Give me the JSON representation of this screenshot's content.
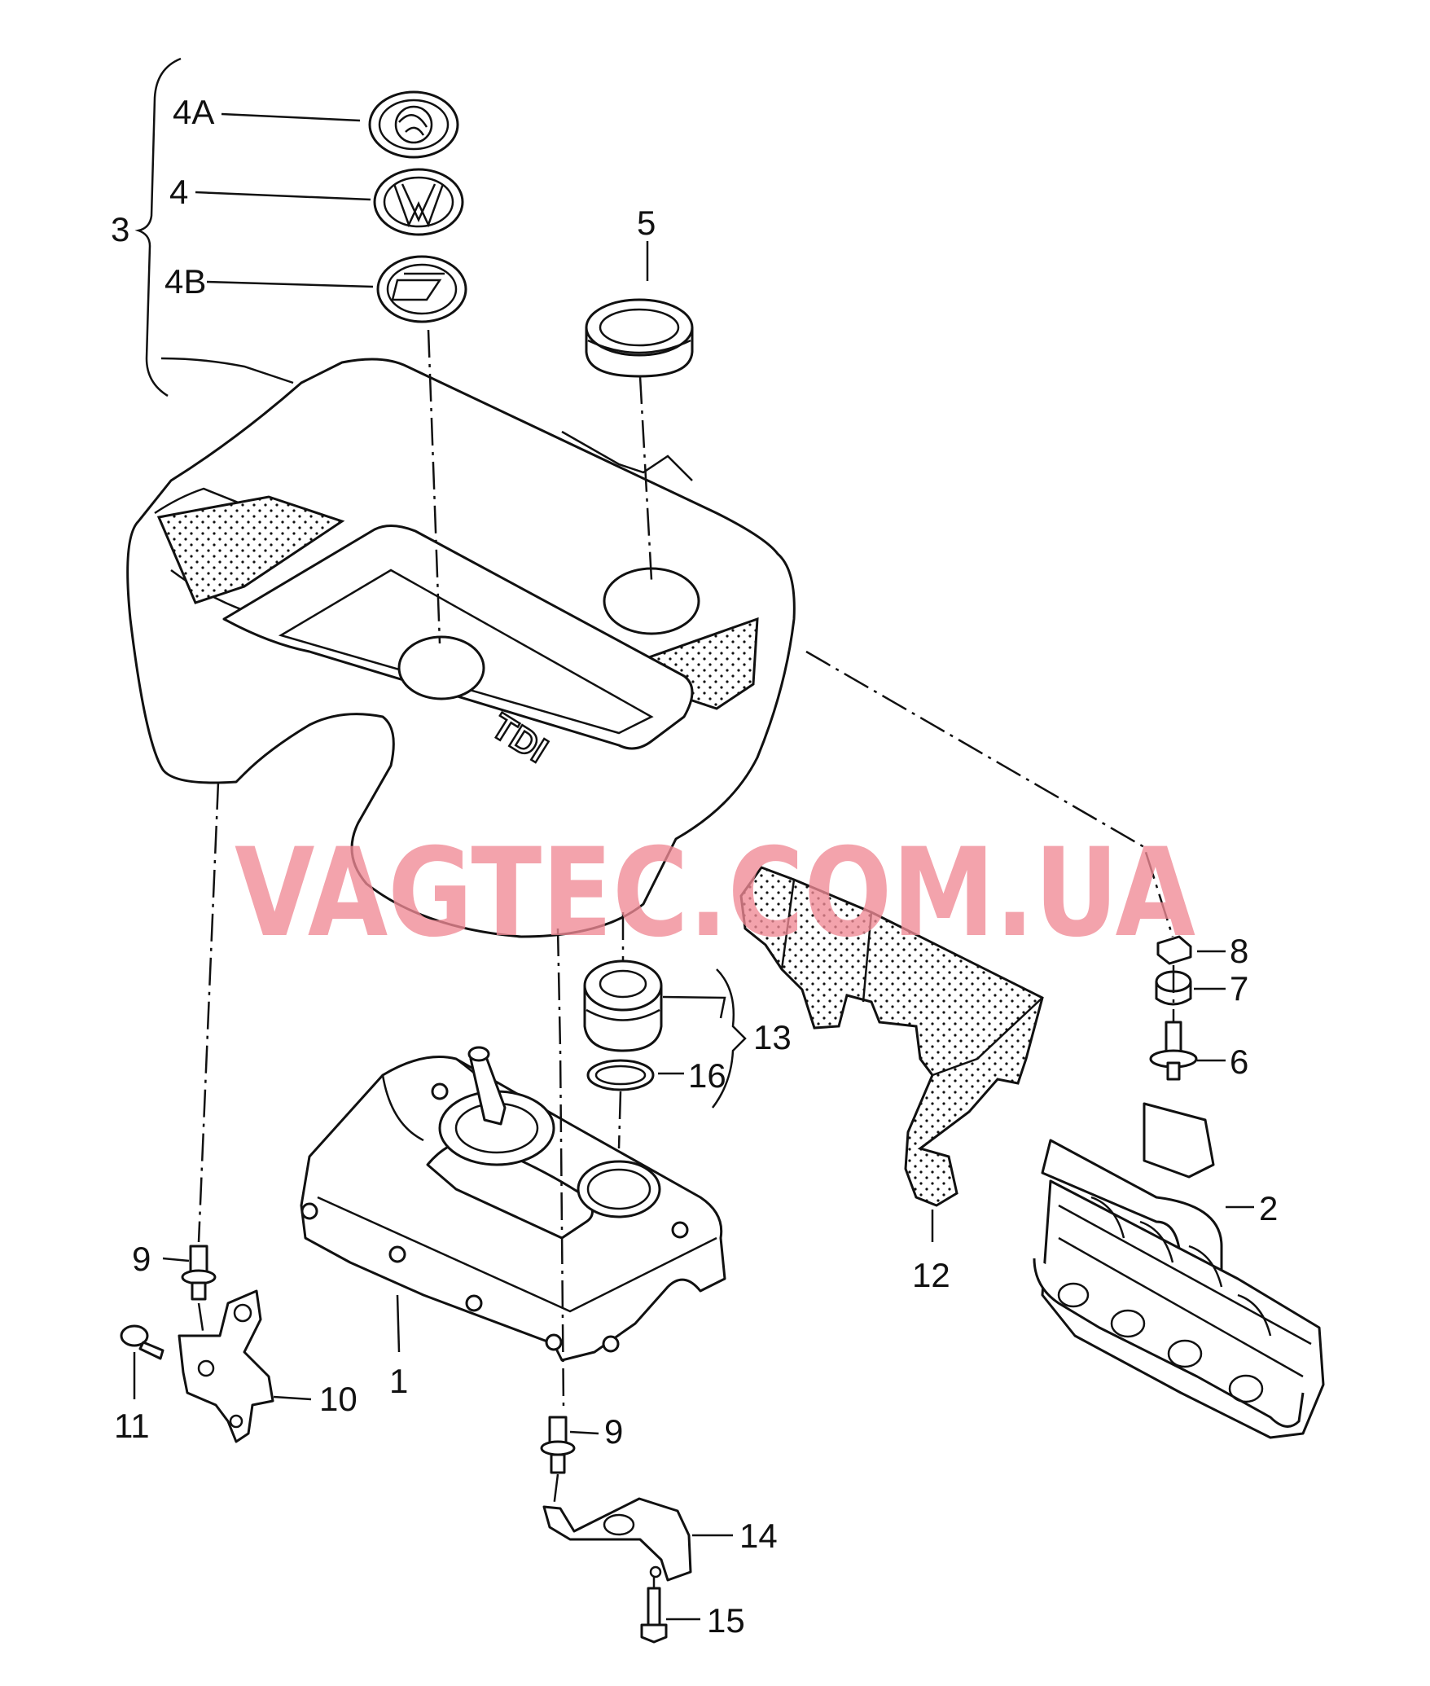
{
  "watermark": "VAGTEC.COM.UA",
  "cover_emboss": "TDI",
  "labels": {
    "l1": "1",
    "l2": "2",
    "l3": "3",
    "l4": "4",
    "l4a": "4A",
    "l4b": "4B",
    "l5": "5",
    "l6": "6",
    "l7": "7",
    "l8": "8",
    "l9a": "9",
    "l9b": "9",
    "l10": "10",
    "l11": "11",
    "l12": "12",
    "l13": "13",
    "l14": "14",
    "l15": "15",
    "l16": "16"
  },
  "colors": {
    "line": "#111111",
    "watermark": "#f08a95",
    "background": "#ffffff"
  }
}
